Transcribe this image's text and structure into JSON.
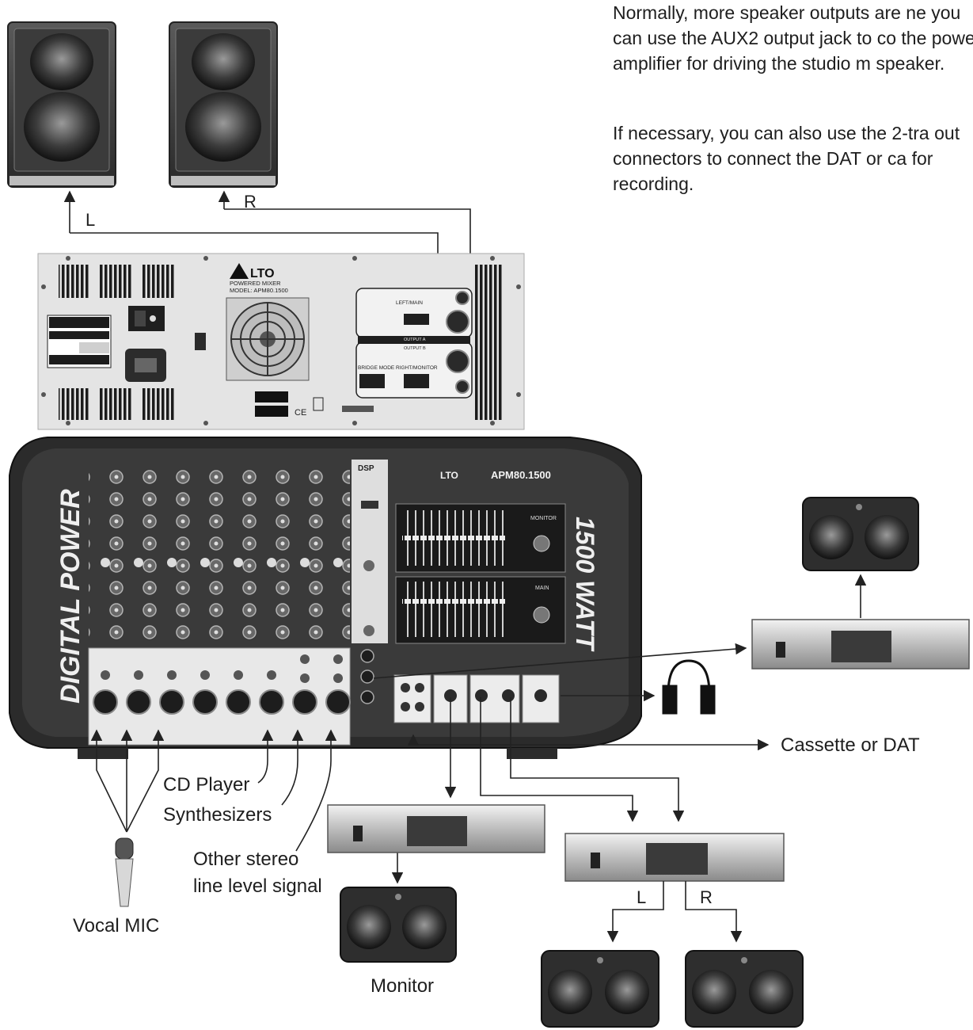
{
  "intro": {
    "para1": "Normally, more speaker outputs are ne you can use the AUX2 output jack to co the power amplifier for driving the studio m speaker.",
    "para2": "If necessary, you can also use the 2-tra out connectors to connect the DAT or ca for recording."
  },
  "speakers": {
    "left_label": "L",
    "right_label": "R"
  },
  "rear_panel": {
    "brand": "LTO",
    "line1": "POWERED MIXER",
    "line2": "MODEL: APM80.1500",
    "bridge_mode": "BRIDGE MODE",
    "right_monitor": "RIGHT/MONITOR",
    "left_main": "LEFT/MAIN",
    "output_a": "OUTPUT A",
    "output_b": "OUTPUT B"
  },
  "mixer": {
    "side_text": "DIGITAL POWER",
    "brand": "LTO",
    "model": "APM80.1500",
    "watt_text": "1500 WATT",
    "dsp": "DSP",
    "monitor": "MONITOR",
    "main": "MAIN"
  },
  "labels": {
    "cassette": "Cassette or DAT",
    "cd_player": "CD Player",
    "synthesizers": "Synthesizers",
    "other_stereo_1": "Other stereo",
    "other_stereo_2": "line level signal",
    "vocal_mic": "Vocal MIC",
    "monitor": "Monitor",
    "amp_left": "L",
    "amp_right": "R"
  },
  "colors": {
    "line": "#222222",
    "panel": "#e4e4e4",
    "mixer_body": "#2b2b2b",
    "speaker_dark": "#3a3a3a"
  }
}
